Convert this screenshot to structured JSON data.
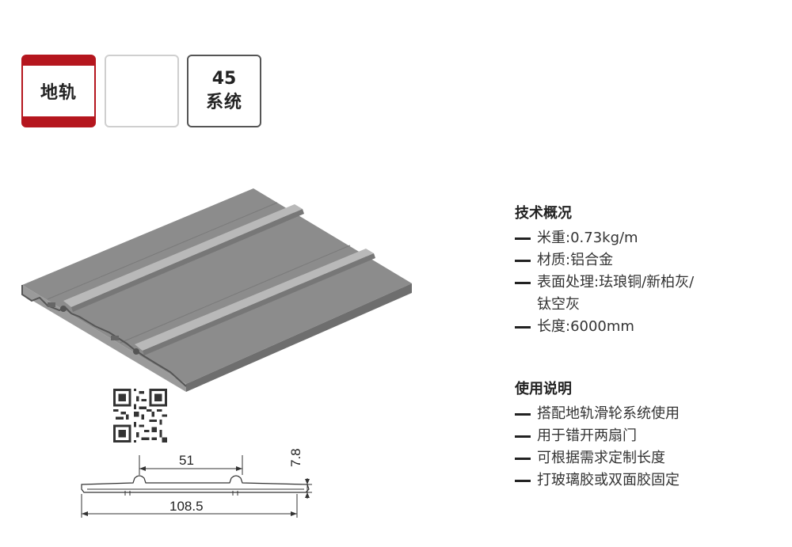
{
  "tags": {
    "category": "地轨",
    "system_number": "45",
    "system_label": "系统"
  },
  "colors": {
    "brand_red": "#b5161e",
    "profile_gray": "#8a8a8a"
  },
  "drawing": {
    "dim_inner": "51",
    "dim_total": "108.5",
    "dim_height": "7.8"
  },
  "tech": {
    "title": "技术概况",
    "lines": [
      "米重:0.73kg/m",
      "材质:铝合金",
      "表面处理:珐琅铜/新柏灰/",
      "长度:6000mm"
    ],
    "continuation": "钛空灰"
  },
  "usage": {
    "title": "使用说明",
    "lines": [
      "搭配地轨滑轮系统使用",
      "用于错开两扇门",
      "可根据需求定制长度",
      "打玻璃胶或双面胶固定"
    ]
  }
}
